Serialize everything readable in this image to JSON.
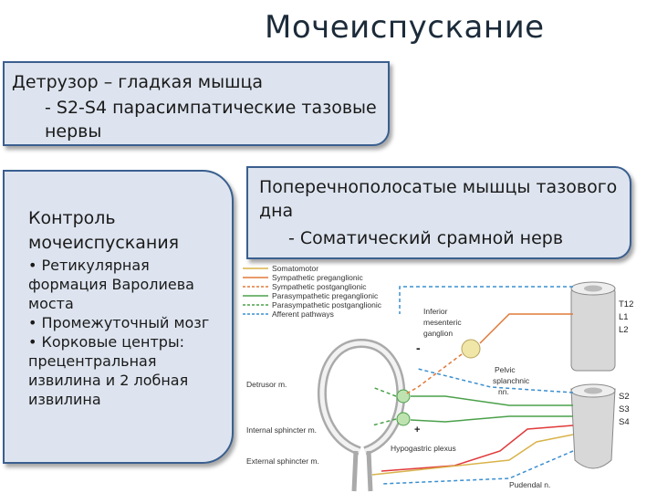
{
  "title": "Мочеиспускание",
  "detrusor_box": {
    "line1": "Детрузор – гладкая мышца",
    "line2": "- S2-S4 парасимпатические тазовые",
    "line3": "нервы"
  },
  "control_box": {
    "heading": "Контроль мочеиспускания",
    "items": [
      "Ретикулярная формация Варолиева моста",
      "Промежуточный мозг",
      "Корковые центры: прецентральная извилина и 2 лобная извилина"
    ]
  },
  "pelvic_box": {
    "line1": "Поперечнополосатые мышцы тазового дна",
    "line2": "- Соматический срамной нерв"
  },
  "diagram": {
    "legend": [
      {
        "label": "Somatomotor",
        "color": "#d9b34a",
        "dash": false
      },
      {
        "label": "Sympathetic preganglionic",
        "color": "#e07a3a",
        "dash": false
      },
      {
        "label": "Sympathetic postganglionic",
        "color": "#e07a3a",
        "dash": true
      },
      {
        "label": "Parasympathetic preganglionic",
        "color": "#4aa04a",
        "dash": false
      },
      {
        "label": "Parasympathetic postganglionic",
        "color": "#4aa04a",
        "dash": true
      },
      {
        "label": "Afferent pathways",
        "color": "#3a8fd0",
        "dash": true
      }
    ],
    "labels": {
      "inferior_mesenteric_1": "Inferior",
      "inferior_mesenteric_2": "mesenteric",
      "inferior_mesenteric_3": "ganglion",
      "pelvic_1": "Pelvic",
      "pelvic_2": "splanchnic",
      "pelvic_3": "nn.",
      "detrusor": "Detrusor m.",
      "internal_sphincter": "Internal sphincter m.",
      "external_sphincter": "External sphincter m.",
      "hypogastric": "Hypogastric plexus",
      "pudendal": "Pudendal n."
    },
    "segments": [
      "T12",
      "L1",
      "L2",
      "S2",
      "S3",
      "S4"
    ],
    "signs": {
      "minus": "-",
      "plus": "+"
    }
  }
}
